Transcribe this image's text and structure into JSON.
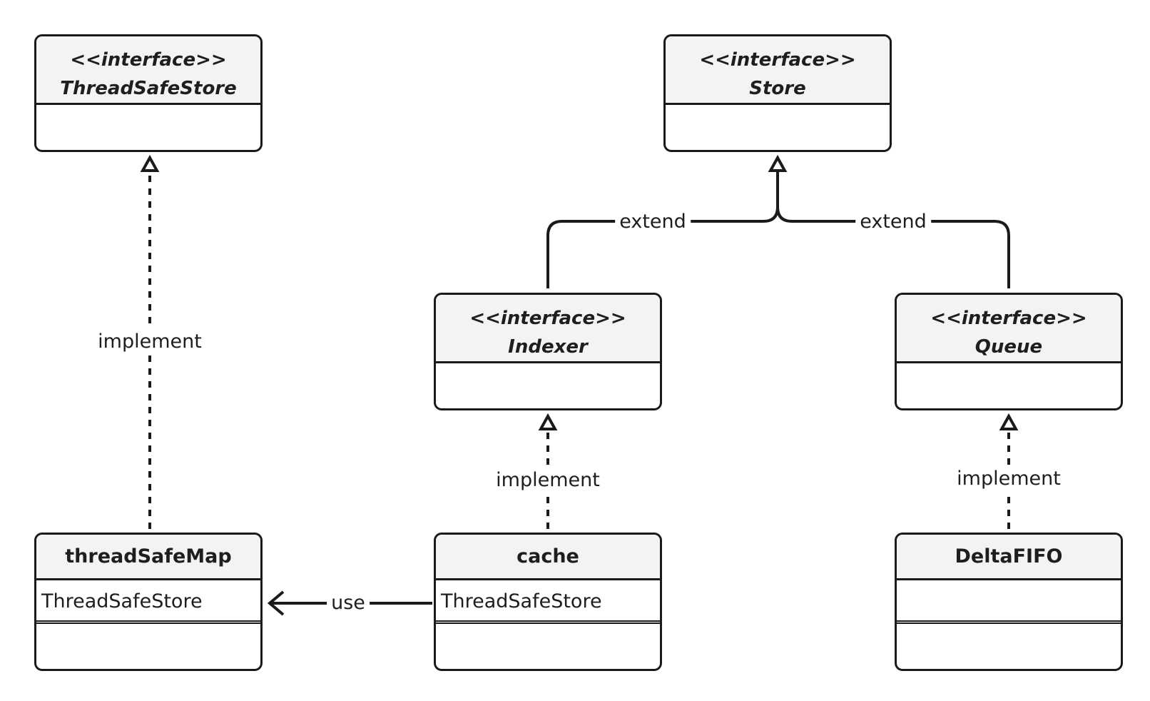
{
  "interfaces": {
    "thread_safe_store": {
      "stereotype": "<<interface>>",
      "name": "ThreadSafeStore"
    },
    "store": {
      "stereotype": "<<interface>>",
      "name": "Store"
    },
    "indexer": {
      "stereotype": "<<interface>>",
      "name": "Indexer"
    },
    "queue": {
      "stereotype": "<<interface>>",
      "name": "Queue"
    }
  },
  "classes": {
    "thread_safe_map": {
      "name": "threadSafeMap",
      "attribute": "ThreadSafeStore"
    },
    "cache": {
      "name": "cache",
      "attribute": "ThreadSafeStore"
    },
    "delta_fifo": {
      "name": "DeltaFIFO",
      "attribute": ""
    }
  },
  "edges": {
    "implement_threadsafestore": "implement",
    "extend_indexer": "extend",
    "extend_queue": "extend",
    "implement_indexer": "implement",
    "implement_queue": "implement",
    "use_threadsafemap": "use"
  }
}
